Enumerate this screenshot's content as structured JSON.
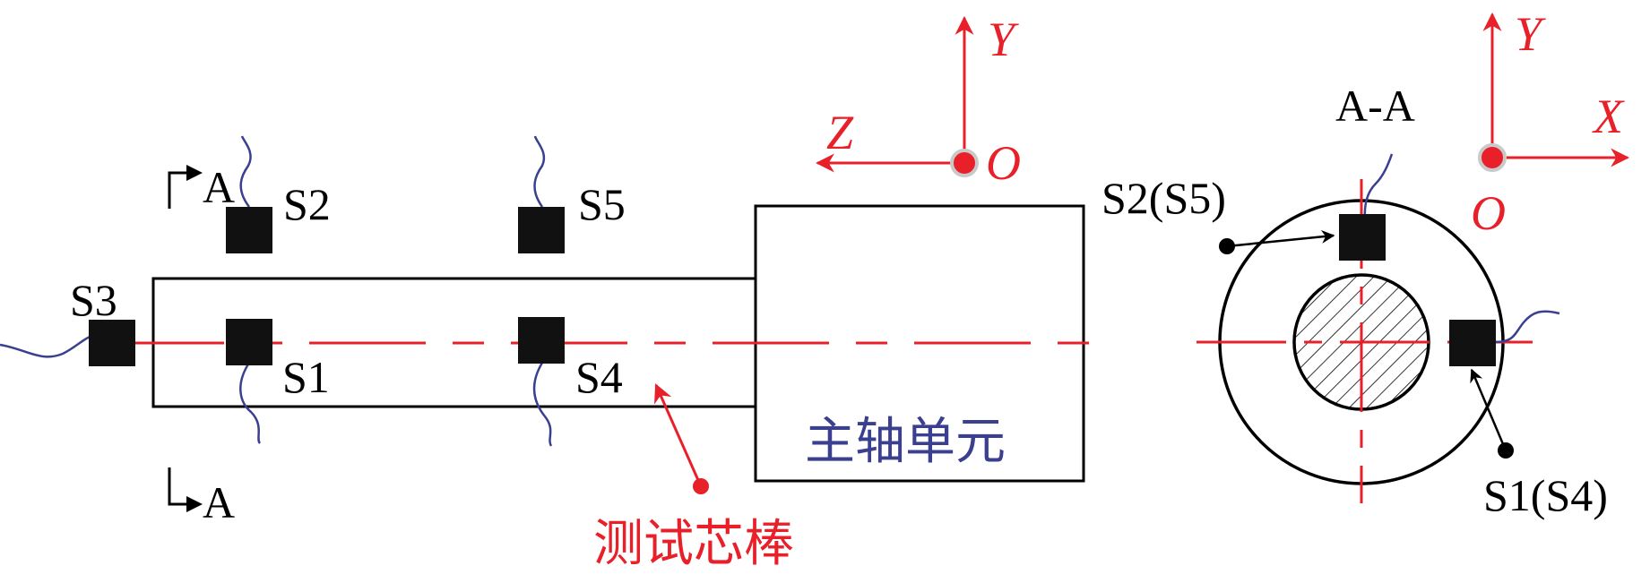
{
  "colors": {
    "outline": "#000000",
    "axis": "#e8202a",
    "center_line": "#e8202a",
    "wire": "#3a3f8f",
    "sensor": "#111111",
    "spindle_text": "#3a3f8f",
    "mandrel_text": "#e8202a",
    "origin_fill": "#e8202a",
    "origin_ring": "#c9c9c9"
  },
  "side_view": {
    "sensors": {
      "s1": "S1",
      "s2": "S2",
      "s3": "S3",
      "s4": "S4",
      "s5": "S5"
    },
    "section_marker_top": "A",
    "section_marker_bottom": "A",
    "spindle_unit_label": "主轴单元",
    "test_mandrel_label": "测试芯棒",
    "axes": {
      "z": "Z",
      "y": "Y",
      "origin": "O"
    }
  },
  "section_view": {
    "title": "A-A",
    "top_sensor_label": "S2(S5)",
    "side_sensor_label": "S1(S4)",
    "axes": {
      "x": "X",
      "y": "Y",
      "origin": "O"
    }
  }
}
